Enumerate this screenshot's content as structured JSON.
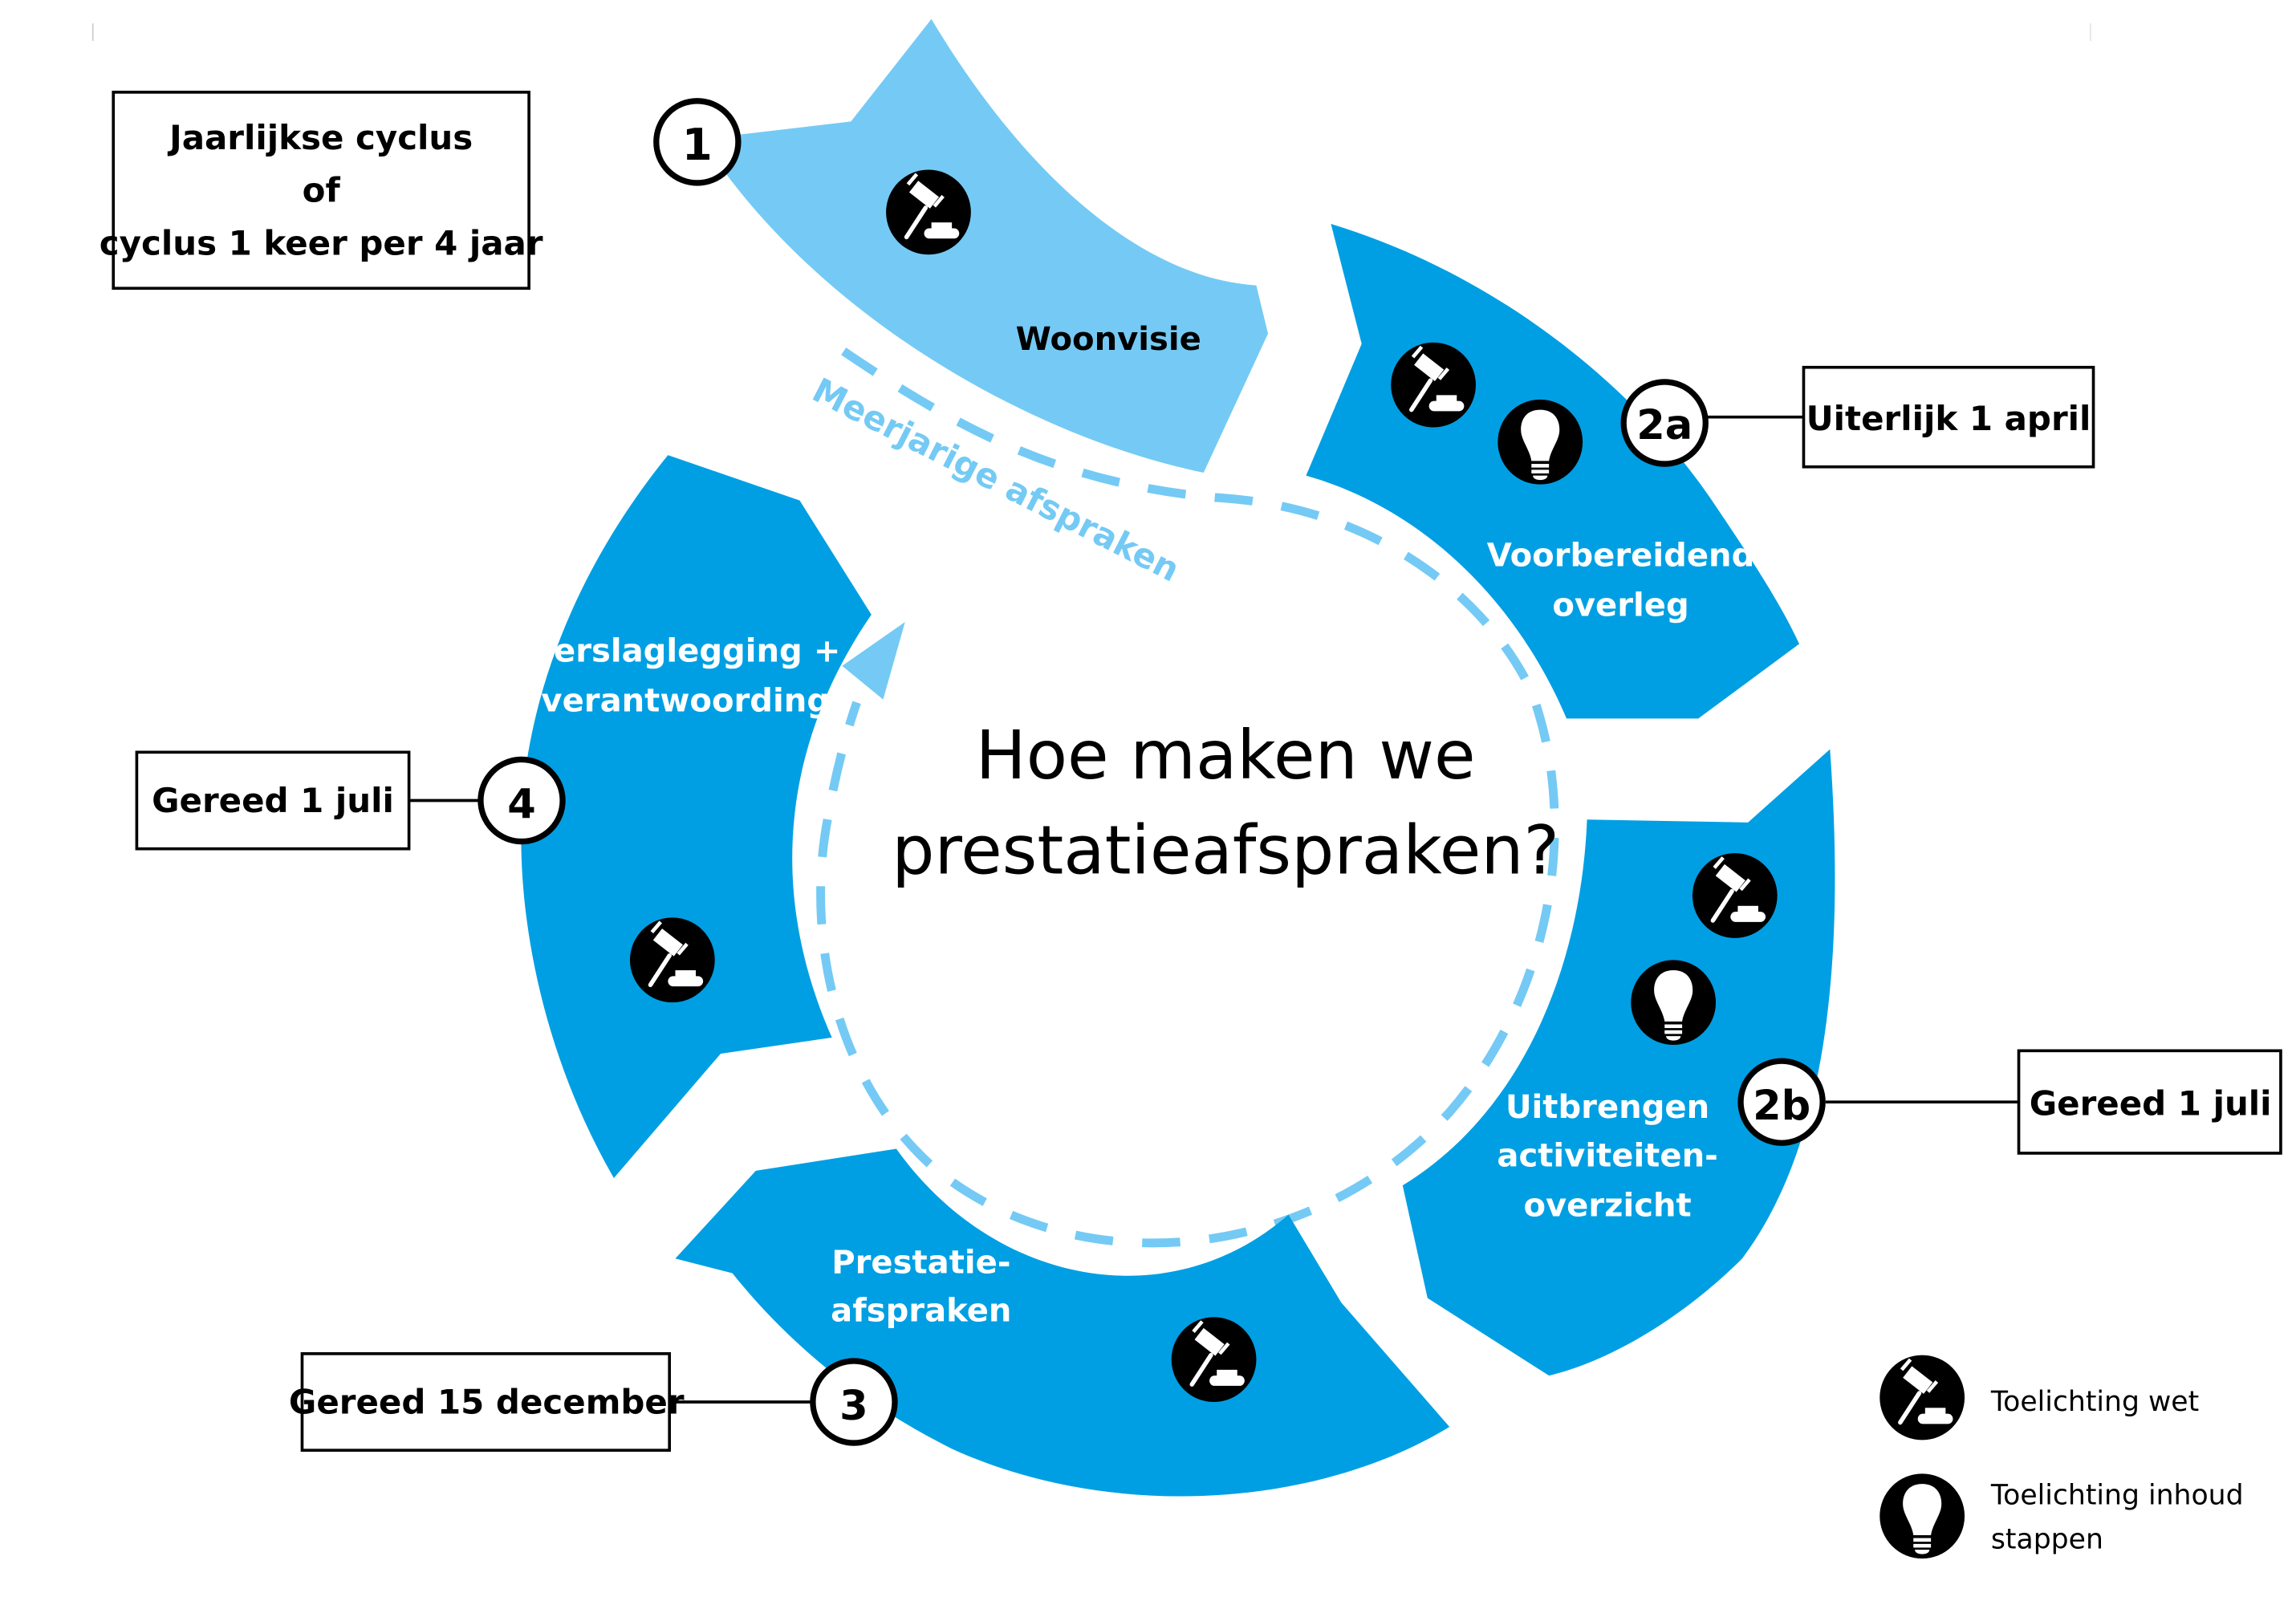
{
  "colors": {
    "primary_blue": "#009fe3",
    "light_blue": "#74caf4",
    "black": "#000000",
    "white": "#ffffff"
  },
  "info_box": {
    "lines": [
      "Jaarlijkse cyclus",
      "of",
      "cyclus 1 keer per 4 jaar"
    ]
  },
  "center_title": {
    "lines": [
      "Hoe maken we",
      "prestatieafspraken?"
    ]
  },
  "dashed_path_label": "Meerjarige afspraken",
  "steps": [
    {
      "id": "1",
      "badge": "1",
      "title": [
        "Woonvisie"
      ],
      "icons": [
        "gavel-icon"
      ],
      "deadline": null
    },
    {
      "id": "2a",
      "badge": "2a",
      "title": [
        "Voorbereidend",
        "overleg"
      ],
      "icons": [
        "gavel-icon",
        "lightbulb-icon"
      ],
      "deadline": "Uiterlijk 1 april"
    },
    {
      "id": "2b",
      "badge": "2b",
      "title": [
        "Uitbrengen",
        "activiteiten-",
        "overzicht"
      ],
      "icons": [
        "gavel-icon",
        "lightbulb-icon"
      ],
      "deadline": "Gereed 1 juli"
    },
    {
      "id": "3",
      "badge": "3",
      "title": [
        "Prestatie-",
        "afspraken"
      ],
      "icons": [
        "gavel-icon"
      ],
      "deadline": "Gereed 15 december"
    },
    {
      "id": "4",
      "badge": "4",
      "title": [
        "Verslaglegging +",
        "verantwoording"
      ],
      "icons": [
        "gavel-icon"
      ],
      "deadline": "Gereed 1 juli"
    }
  ],
  "legend": {
    "items": [
      {
        "icon": "gavel-icon",
        "label": [
          "Toelichting wet"
        ]
      },
      {
        "icon": "lightbulb-icon",
        "label": [
          "Toelichting inhoud",
          "stappen"
        ]
      }
    ]
  }
}
